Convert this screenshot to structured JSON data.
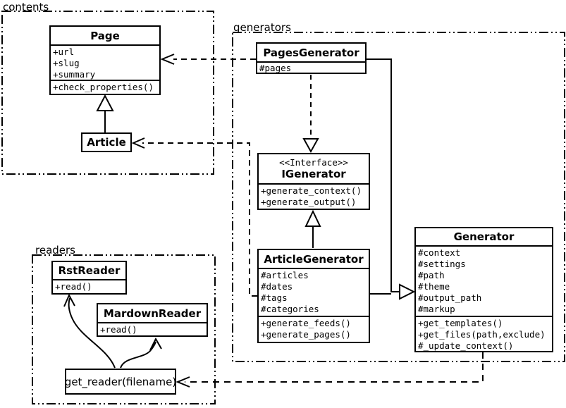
{
  "packages": {
    "contents": {
      "label": "contents"
    },
    "generators": {
      "label": "generators"
    },
    "readers": {
      "label": "readers"
    }
  },
  "classes": {
    "page": {
      "title": "Page",
      "attributes": [
        "+url",
        "+slug",
        "+summary"
      ],
      "methods": [
        "+check_properties()"
      ]
    },
    "article": {
      "title": "Article"
    },
    "pages_generator": {
      "title": "PagesGenerator",
      "attributes": [
        "#pages"
      ]
    },
    "igenerator": {
      "stereotype": "<<Interface>>",
      "title": "IGenerator",
      "methods": [
        "+generate_context()",
        "+generate_output()"
      ]
    },
    "article_generator": {
      "title": "ArticleGenerator",
      "attributes": [
        "#articles",
        "#dates",
        "#tags",
        "#categories"
      ],
      "methods": [
        "+generate_feeds()",
        "+generate_pages()"
      ]
    },
    "generator": {
      "title": "Generator",
      "attributes": [
        "#context",
        "#settings",
        "#path",
        "#theme",
        "#output_path",
        "#markup"
      ],
      "methods": [
        "+get_templates()",
        "+get_files(path,exclude)",
        "#_update_context()"
      ]
    },
    "rst_reader": {
      "title": "RstReader",
      "methods": [
        "+read()"
      ]
    },
    "mardown_reader": {
      "title": "MardownReader",
      "methods": [
        "+read()"
      ]
    },
    "get_reader": {
      "label": "get_reader(filename)"
    }
  },
  "relationships": [
    {
      "from": "Article",
      "to": "Page",
      "type": "inheritance"
    },
    {
      "from": "PagesGenerator",
      "to": "Page",
      "type": "dependency"
    },
    {
      "from": "ArticleGenerator",
      "to": "Article",
      "type": "dependency"
    },
    {
      "from": "PagesGenerator",
      "to": "IGenerator",
      "type": "realization"
    },
    {
      "from": "ArticleGenerator",
      "to": "IGenerator",
      "type": "inheritance"
    },
    {
      "from": "PagesGenerator",
      "to": "Generator",
      "type": "inheritance"
    },
    {
      "from": "ArticleGenerator",
      "to": "Generator",
      "type": "inheritance"
    },
    {
      "from": "Generator",
      "to": "get_reader(filename)",
      "type": "dependency"
    },
    {
      "from": "get_reader(filename)",
      "to": "RstReader",
      "type": "association"
    },
    {
      "from": "get_reader(filename)",
      "to": "MardownReader",
      "type": "association"
    }
  ],
  "colors": {
    "stroke": "#000000",
    "background": "#ffffff"
  }
}
